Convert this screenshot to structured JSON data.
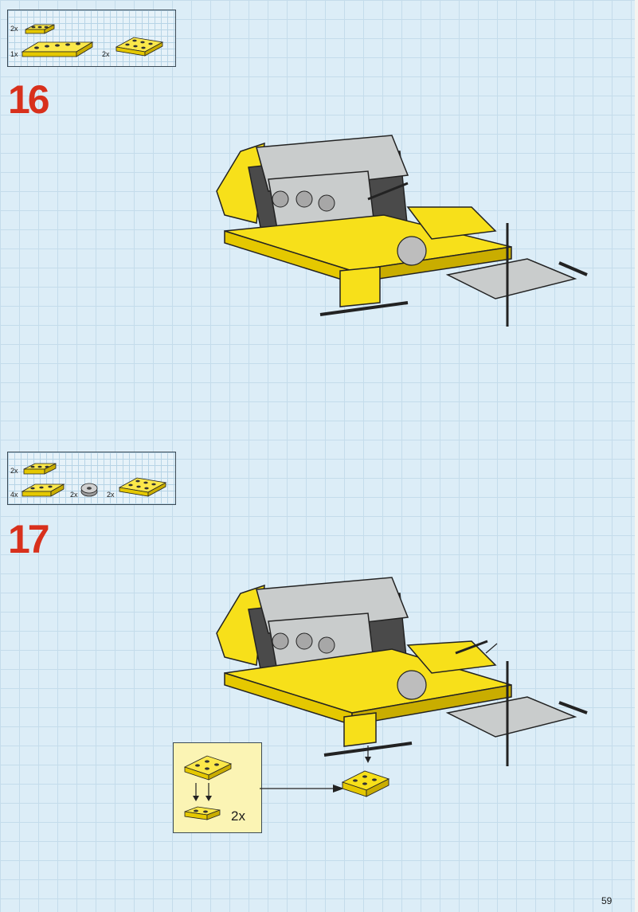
{
  "page": {
    "number": "59"
  },
  "steps": [
    {
      "number": "16",
      "parts": [
        {
          "qty": "2x",
          "icon": "yellow-plate-1x4-icon"
        },
        {
          "qty": "1x",
          "icon": "yellow-plate-1x6-icon"
        },
        {
          "qty": "2x",
          "icon": "yellow-plate-2x4-icon"
        }
      ]
    },
    {
      "number": "17",
      "parts": [
        {
          "qty": "2x",
          "icon": "yellow-plate-1x4-icon"
        },
        {
          "qty": "4x",
          "icon": "yellow-plate-1x4-icon"
        },
        {
          "qty": "2x",
          "icon": "gray-gear-icon"
        },
        {
          "qty": "2x",
          "icon": "yellow-plate-2x4-icon"
        }
      ],
      "subassembly": {
        "qty": "2x"
      }
    }
  ],
  "colors": {
    "step_number": "#d8301c",
    "brick_yellow": "#f7e01a",
    "brick_gray": "#c9cccc",
    "background": "#dcedf7"
  }
}
